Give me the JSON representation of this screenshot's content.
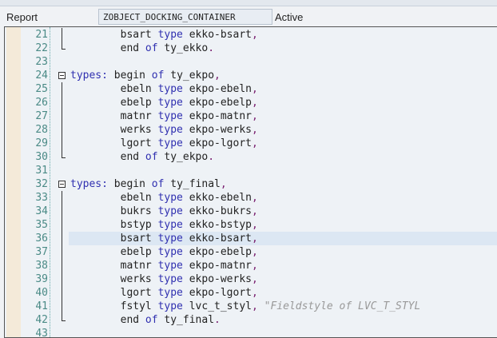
{
  "header": {
    "label": "Report",
    "program": "ZOBJECT_DOCKING_CONTAINER",
    "status": "Active"
  },
  "colors": {
    "keyword": "#3030b0",
    "identifier": "#222222",
    "punct": "#7a2070",
    "comment": "#999999",
    "line_number": "#4a8a86",
    "highlight": "#dce7f3"
  },
  "editor": {
    "highlighted_line": "36",
    "lines": [
      {
        "n": "21",
        "fold": "bar",
        "t": [
          [
            "id",
            "        bsart "
          ],
          [
            "kw",
            "type"
          ],
          [
            "id",
            " ekko-bsart"
          ],
          [
            "pn",
            ","
          ]
        ]
      },
      {
        "n": "22",
        "fold": "end",
        "t": [
          [
            "id",
            "        end "
          ],
          [
            "kw",
            "of"
          ],
          [
            "id",
            " ty_ekko"
          ],
          [
            "pn",
            "."
          ]
        ]
      },
      {
        "n": "23",
        "fold": "",
        "t": []
      },
      {
        "n": "24",
        "fold": "open",
        "t": [
          [
            "kw",
            "types:"
          ],
          [
            "id",
            " begin "
          ],
          [
            "kw",
            "of"
          ],
          [
            "id",
            " ty_ekpo"
          ],
          [
            "pn",
            ","
          ]
        ]
      },
      {
        "n": "25",
        "fold": "bar",
        "t": [
          [
            "id",
            "        ebeln "
          ],
          [
            "kw",
            "type"
          ],
          [
            "id",
            " ekpo-ebeln"
          ],
          [
            "pn",
            ","
          ]
        ]
      },
      {
        "n": "26",
        "fold": "bar",
        "t": [
          [
            "id",
            "        ebelp "
          ],
          [
            "kw",
            "type"
          ],
          [
            "id",
            " ekpo-ebelp"
          ],
          [
            "pn",
            ","
          ]
        ]
      },
      {
        "n": "27",
        "fold": "bar",
        "t": [
          [
            "id",
            "        matnr "
          ],
          [
            "kw",
            "type"
          ],
          [
            "id",
            " ekpo-matnr"
          ],
          [
            "pn",
            ","
          ]
        ]
      },
      {
        "n": "28",
        "fold": "bar",
        "t": [
          [
            "id",
            "        werks "
          ],
          [
            "kw",
            "type"
          ],
          [
            "id",
            " ekpo-werks"
          ],
          [
            "pn",
            ","
          ]
        ]
      },
      {
        "n": "29",
        "fold": "bar",
        "t": [
          [
            "id",
            "        lgort "
          ],
          [
            "kw",
            "type"
          ],
          [
            "id",
            " ekpo-lgort"
          ],
          [
            "pn",
            ","
          ]
        ]
      },
      {
        "n": "30",
        "fold": "end",
        "t": [
          [
            "id",
            "        end "
          ],
          [
            "kw",
            "of"
          ],
          [
            "id",
            " ty_ekpo"
          ],
          [
            "pn",
            "."
          ]
        ]
      },
      {
        "n": "31",
        "fold": "",
        "t": []
      },
      {
        "n": "32",
        "fold": "open",
        "t": [
          [
            "kw",
            "types:"
          ],
          [
            "id",
            " begin "
          ],
          [
            "kw",
            "of"
          ],
          [
            "id",
            " ty_final"
          ],
          [
            "pn",
            ","
          ]
        ]
      },
      {
        "n": "33",
        "fold": "bar",
        "t": [
          [
            "id",
            "        ebeln "
          ],
          [
            "kw",
            "type"
          ],
          [
            "id",
            " ekko-ebeln"
          ],
          [
            "pn",
            ","
          ]
        ]
      },
      {
        "n": "34",
        "fold": "bar",
        "t": [
          [
            "id",
            "        bukrs "
          ],
          [
            "kw",
            "type"
          ],
          [
            "id",
            " ekko-bukrs"
          ],
          [
            "pn",
            ","
          ]
        ]
      },
      {
        "n": "35",
        "fold": "bar",
        "t": [
          [
            "id",
            "        bstyp "
          ],
          [
            "kw",
            "type"
          ],
          [
            "id",
            " ekko-bstyp"
          ],
          [
            "pn",
            ","
          ]
        ]
      },
      {
        "n": "36",
        "fold": "bar",
        "t": [
          [
            "id",
            "        bsart "
          ],
          [
            "kw",
            "type"
          ],
          [
            "id",
            " ekko-bsart"
          ],
          [
            "pn",
            ","
          ]
        ]
      },
      {
        "n": "37",
        "fold": "bar",
        "t": [
          [
            "id",
            "        ebelp "
          ],
          [
            "kw",
            "type"
          ],
          [
            "id",
            " ekpo-ebelp"
          ],
          [
            "pn",
            ","
          ]
        ]
      },
      {
        "n": "38",
        "fold": "bar",
        "t": [
          [
            "id",
            "        matnr "
          ],
          [
            "kw",
            "type"
          ],
          [
            "id",
            " ekpo-matnr"
          ],
          [
            "pn",
            ","
          ]
        ]
      },
      {
        "n": "39",
        "fold": "bar",
        "t": [
          [
            "id",
            "        werks "
          ],
          [
            "kw",
            "type"
          ],
          [
            "id",
            " ekpo-werks"
          ],
          [
            "pn",
            ","
          ]
        ]
      },
      {
        "n": "40",
        "fold": "bar",
        "t": [
          [
            "id",
            "        lgort "
          ],
          [
            "kw",
            "type"
          ],
          [
            "id",
            " ekpo-lgort"
          ],
          [
            "pn",
            ","
          ]
        ]
      },
      {
        "n": "41",
        "fold": "bar",
        "t": [
          [
            "id",
            "        fstyl "
          ],
          [
            "kw",
            "type"
          ],
          [
            "id",
            " lvc_t_styl"
          ],
          [
            "pn",
            ","
          ],
          [
            "cm",
            " \"Fieldstyle of LVC_T_STYL"
          ]
        ]
      },
      {
        "n": "42",
        "fold": "end",
        "t": [
          [
            "id",
            "        end "
          ],
          [
            "kw",
            "of"
          ],
          [
            "id",
            " ty_final"
          ],
          [
            "pn",
            "."
          ]
        ]
      },
      {
        "n": "43",
        "fold": "",
        "t": []
      }
    ]
  }
}
